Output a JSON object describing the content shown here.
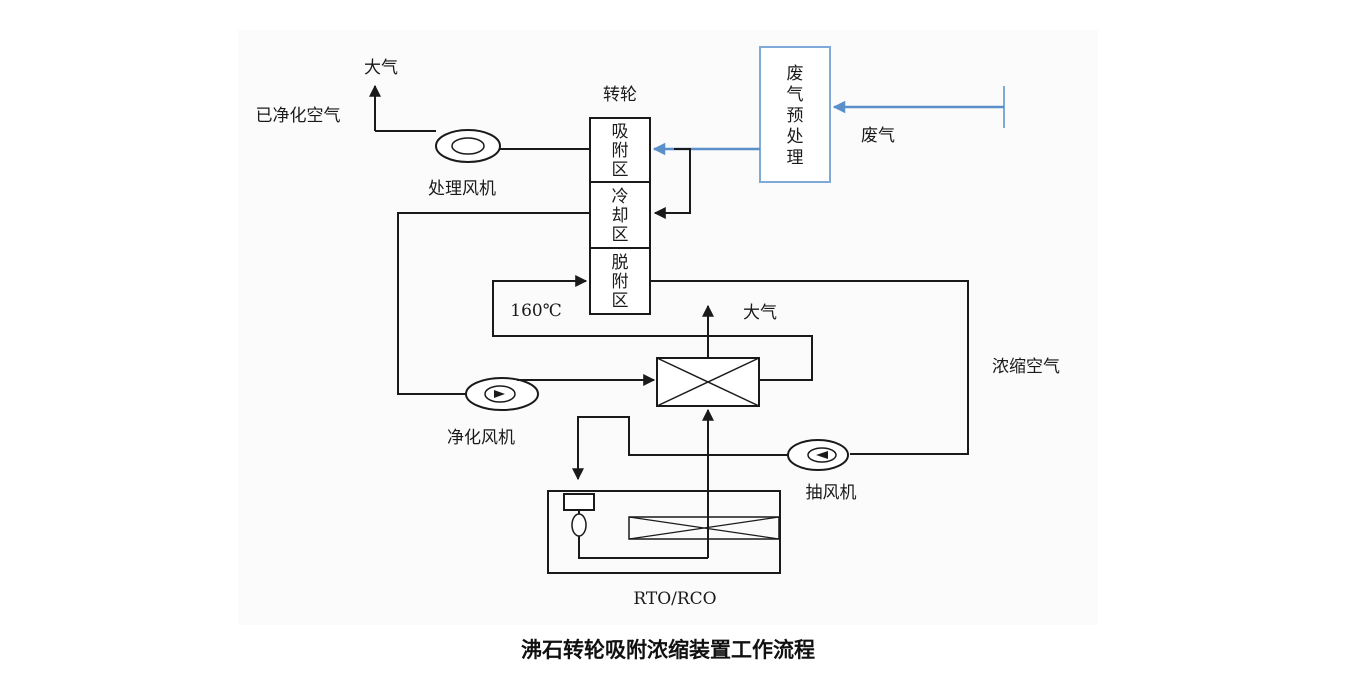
{
  "labels": {
    "atmosphere_top": "大气",
    "purified_air": "已净化空气",
    "rotor": "转轮",
    "process_fan": "处理风机",
    "waste_gas": "废气",
    "temp": "160℃",
    "atmosphere_mid": "大气",
    "concentrated_air": "浓缩空气",
    "purify_fan": "净化风机",
    "exhaust_fan": "抽风机",
    "rto": "RTO/RCO"
  },
  "rotor_zones": {
    "adsorption": [
      "吸",
      "附",
      "区"
    ],
    "cooling": [
      "冷",
      "却",
      "区"
    ],
    "desorption": [
      "脱",
      "附",
      "区"
    ]
  },
  "pretreatment": [
    "废",
    "气",
    "预",
    "处",
    "理"
  ],
  "caption": "沸石转轮吸附浓缩装置工作流程",
  "colors": {
    "line": "#1a1a1a",
    "waste_gas_line": "#5b8fc9"
  }
}
